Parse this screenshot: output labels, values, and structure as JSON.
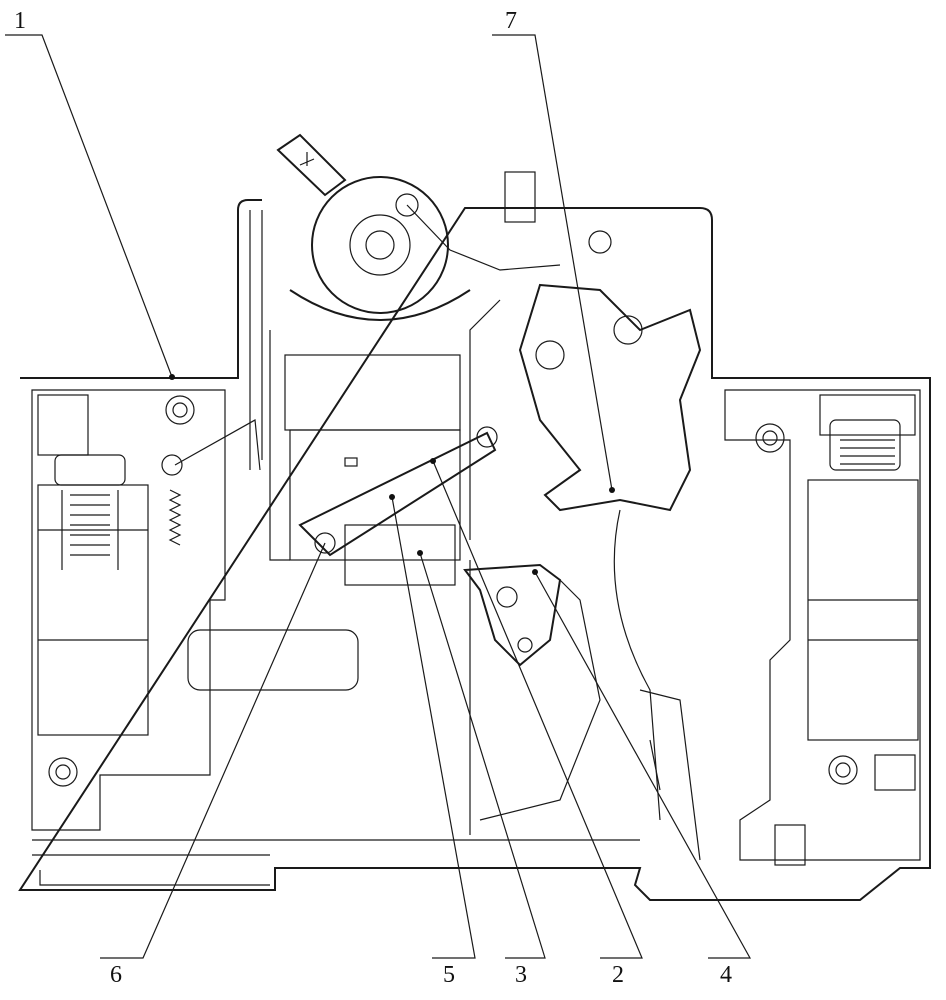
{
  "figure": {
    "labels": [
      {
        "id": "1",
        "text": "1"
      },
      {
        "id": "7",
        "text": "7"
      },
      {
        "id": "6",
        "text": "6"
      },
      {
        "id": "5",
        "text": "5"
      },
      {
        "id": "3",
        "text": "3"
      },
      {
        "id": "2",
        "text": "2"
      },
      {
        "id": "4",
        "text": "4"
      }
    ]
  }
}
